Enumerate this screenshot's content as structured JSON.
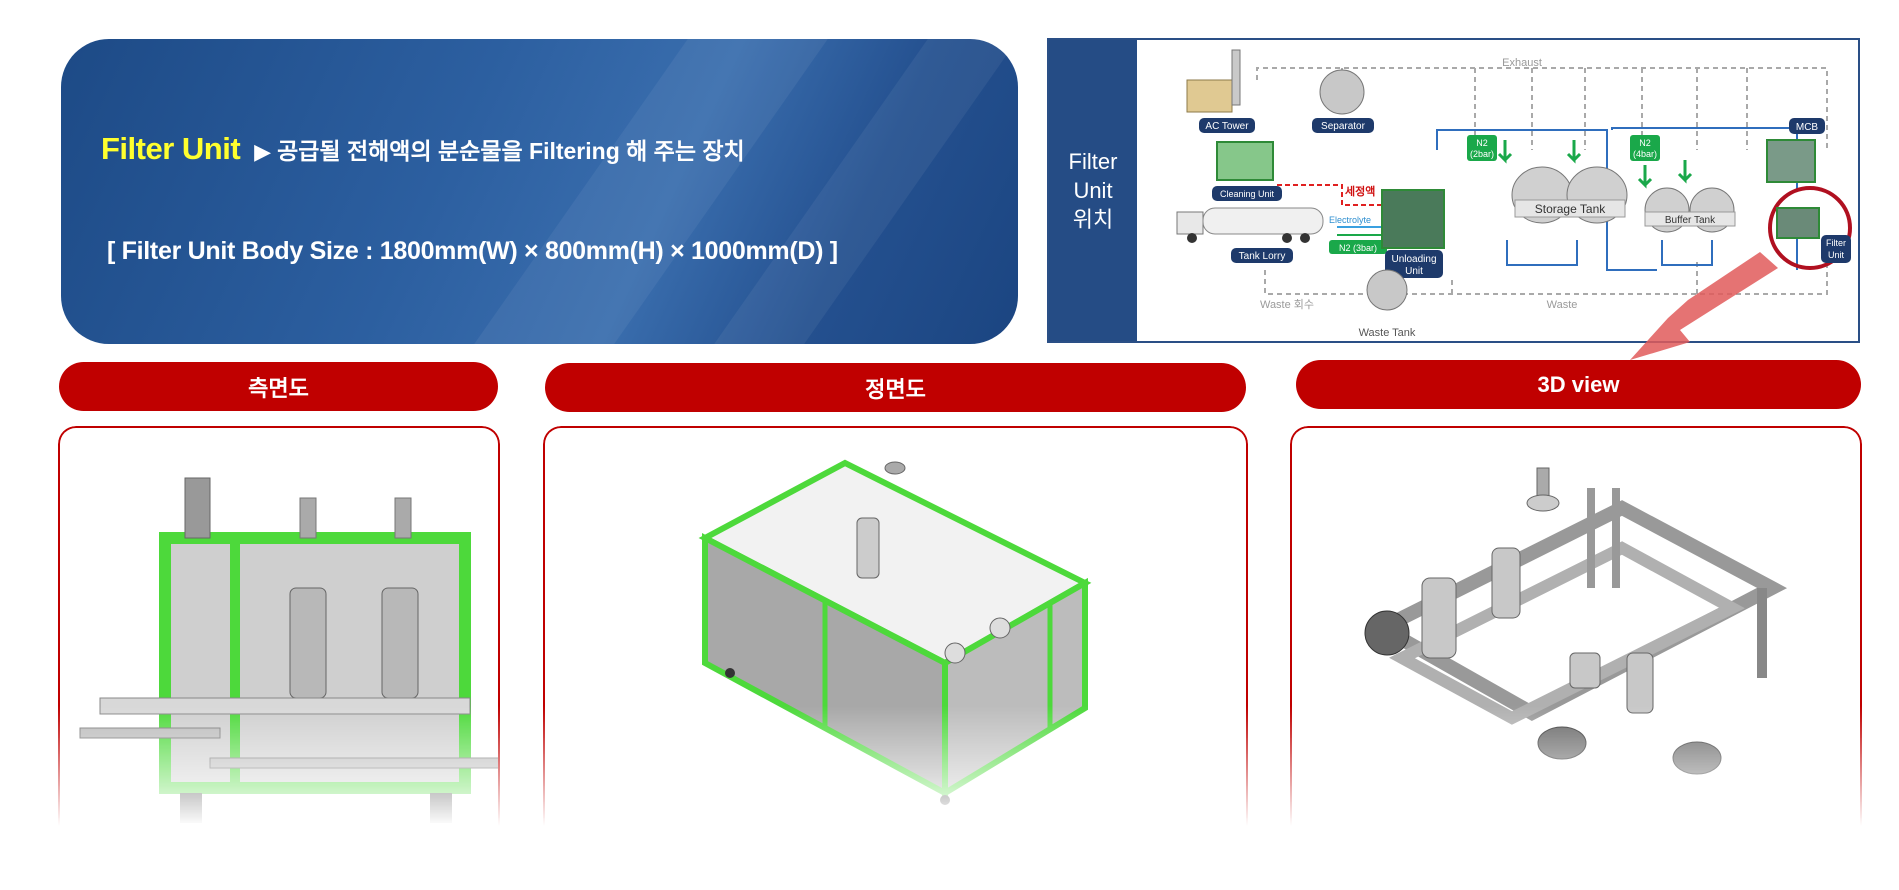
{
  "header": {
    "title": "Filter Unit",
    "arrow_glyph": "▶",
    "description": "공급될 전해액의 분순물을 Filtering 해 주는 장치",
    "body_size": "[ Filter Unit Body Size : 1800mm(W) × 800mm(H) × 1000mm(D) ]"
  },
  "location": {
    "label_lines": [
      "Filter",
      "Unit",
      "위치"
    ],
    "diagram": {
      "exhaust": "Exhaust",
      "ac_tower": "AC Tower",
      "separator": "Separator",
      "cleaning_unit": "Cleaning Unit",
      "cleaning_fluid": "세정액",
      "electrolyte": "Electrolyte",
      "n2_3bar": "N2 (3bar)",
      "tank_lorry": "Tank Lorry",
      "unloading_unit_l1": "Unloading",
      "unloading_unit_l2": "Unit",
      "n2_2bar_l1": "N2",
      "n2_2bar_l2": "(2bar)",
      "storage_tank": "Storage Tank",
      "n2_4bar_l1": "N2",
      "n2_4bar_l2": "(4bar)",
      "buffer_tank": "Buffer Tank",
      "mcb": "MCB",
      "filter_unit_l1": "Filter",
      "filter_unit_l2": "Unit",
      "waste_recovery": "Waste 회수",
      "waste": "Waste",
      "waste_tank": "Waste Tank"
    }
  },
  "views": {
    "side": "측면도",
    "front": "정면도",
    "three_d": "3D view"
  },
  "colors": {
    "banner_blue": "#24508f",
    "title_yellow": "#ffff2e",
    "accent_red": "#c00000",
    "frame_green": "#4dd93b"
  }
}
